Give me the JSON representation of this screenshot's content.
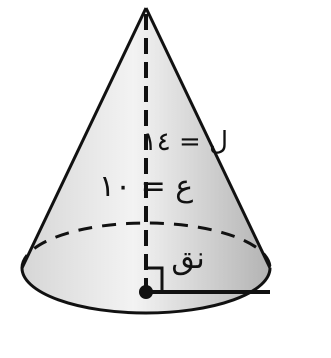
{
  "figure": {
    "labels": {
      "slant_height": "ل = ١٤",
      "height": "ع = ١٠",
      "radius": "نق"
    },
    "colors": {
      "fill_light": "#f3f3f3",
      "fill_mid": "#d6d6d6",
      "fill_dark": "#b3b3b3",
      "stroke": "#111111"
    }
  }
}
